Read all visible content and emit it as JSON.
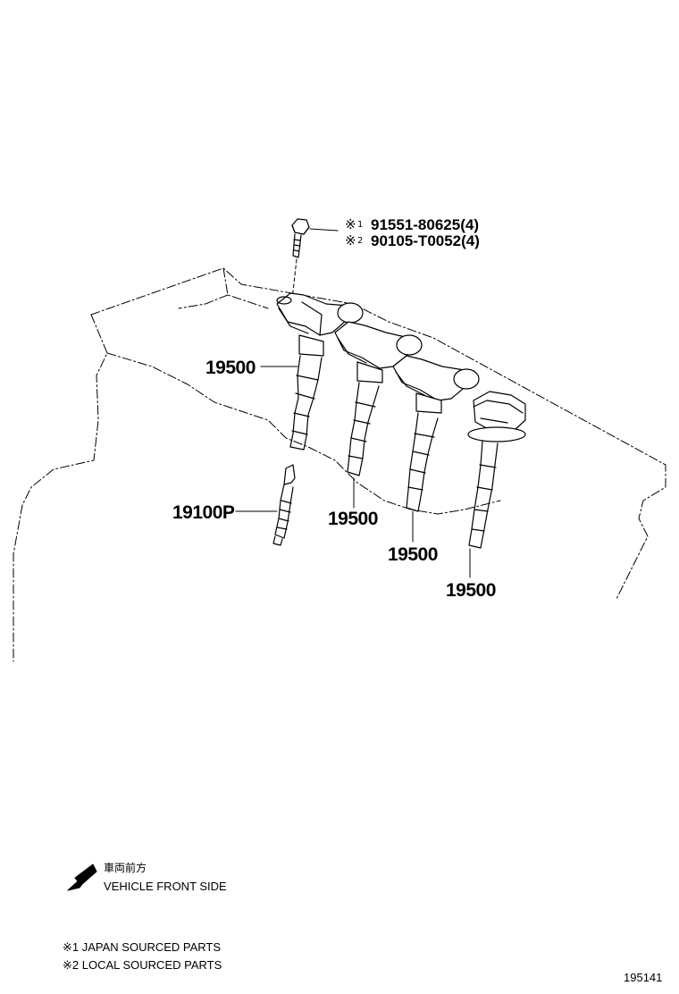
{
  "callouts": {
    "coil_1": "19500",
    "coil_2": "19500",
    "coil_3": "19500",
    "coil_4": "19500",
    "spark_plug": "19100P"
  },
  "bolt_notes": [
    {
      "mark": "※",
      "index": "1",
      "part": "91551-80625(4)"
    },
    {
      "mark": "※",
      "index": "2",
      "part": "90105-T0052(4)"
    }
  ],
  "direction": {
    "label_jp": "車両前方",
    "label_en": "VEHICLE FRONT SIDE",
    "icon": "arrow-icon"
  },
  "footnotes": [
    "※1 JAPAN SOURCED PARTS",
    "※2 LOCAL SOURCED PARTS"
  ],
  "illustration_id": "195141"
}
